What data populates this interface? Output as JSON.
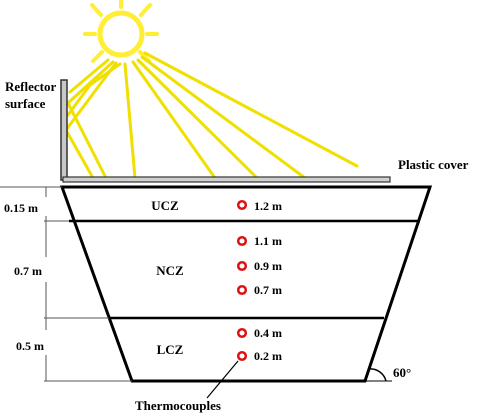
{
  "labels": {
    "reflector_line1": "Reflector",
    "reflector_line2": "surface",
    "plastic_cover": "Plastic cover",
    "thermocouples": "Thermocouples",
    "angle": "60°"
  },
  "zones": [
    {
      "name": "UCZ",
      "thickness": "0.15 m"
    },
    {
      "name": "NCZ",
      "thickness": "0.7 m"
    },
    {
      "name": "LCZ",
      "thickness": "0.5 m"
    }
  ],
  "thermocouples": [
    "1.2 m",
    "1.1 m",
    "0.9 m",
    "0.7 m",
    "0.4 m",
    "0.2 m"
  ],
  "colors": {
    "sun": "#ffee33",
    "rays": "#f0e000",
    "reflector": "#c8c8c8",
    "pond_outline": "#000000",
    "thermocouple": "#e01010"
  }
}
